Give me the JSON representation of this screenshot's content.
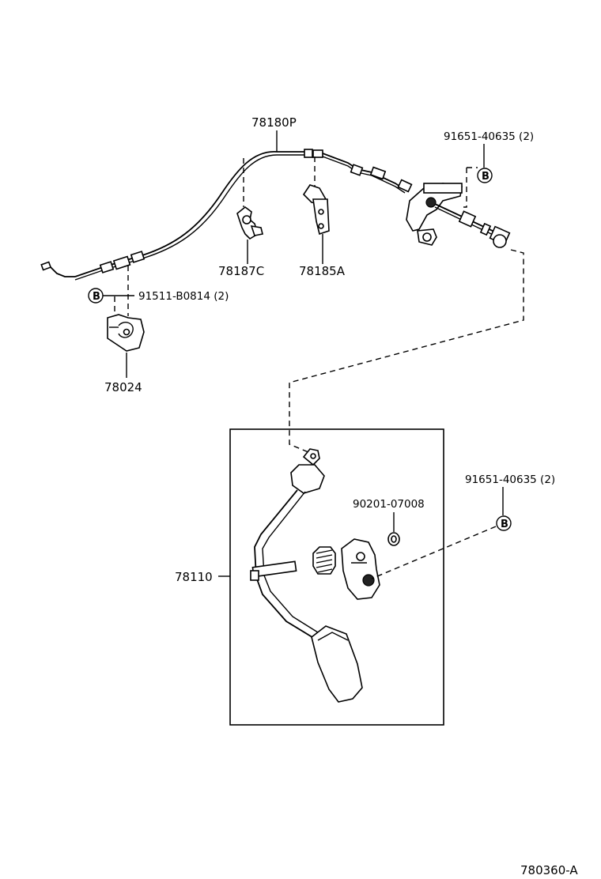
{
  "labels": {
    "cable": "78180P",
    "clamp_c": "78187C",
    "bracket_a": "78185A",
    "bolt_top": "91651-40635 (2)",
    "bolt_left": "91511-B0814 (2)",
    "support": "78024",
    "pedal": "78110",
    "bolt_right": "91651-40635 (2)",
    "nut": "90201-07008",
    "diagram_code": "780360-A"
  },
  "callouts": {
    "b_top": "B",
    "b_left": "B",
    "b_right": "B"
  }
}
